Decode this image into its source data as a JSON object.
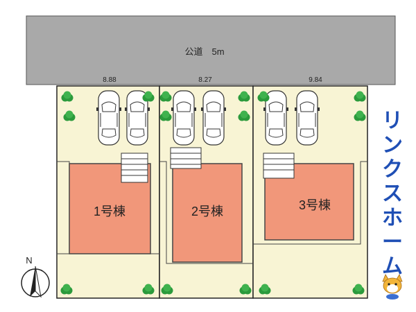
{
  "road": {
    "label": "公道　5m"
  },
  "frontages": [
    "8.88",
    "8.27",
    "9.84"
  ],
  "buildings": [
    "1号棟",
    "2号棟",
    "3号棟"
  ],
  "compass": {
    "label": "N"
  },
  "brand": {
    "chars": [
      "リ",
      "ン",
      "ク",
      "ス",
      "ホ",
      "ー",
      "ム"
    ]
  },
  "colors": {
    "road": "#a9a9a9",
    "lot": "#f8f4d4",
    "building": "#f1977a",
    "tree": "#2b9a3c",
    "brand": "#1f4fb5"
  }
}
